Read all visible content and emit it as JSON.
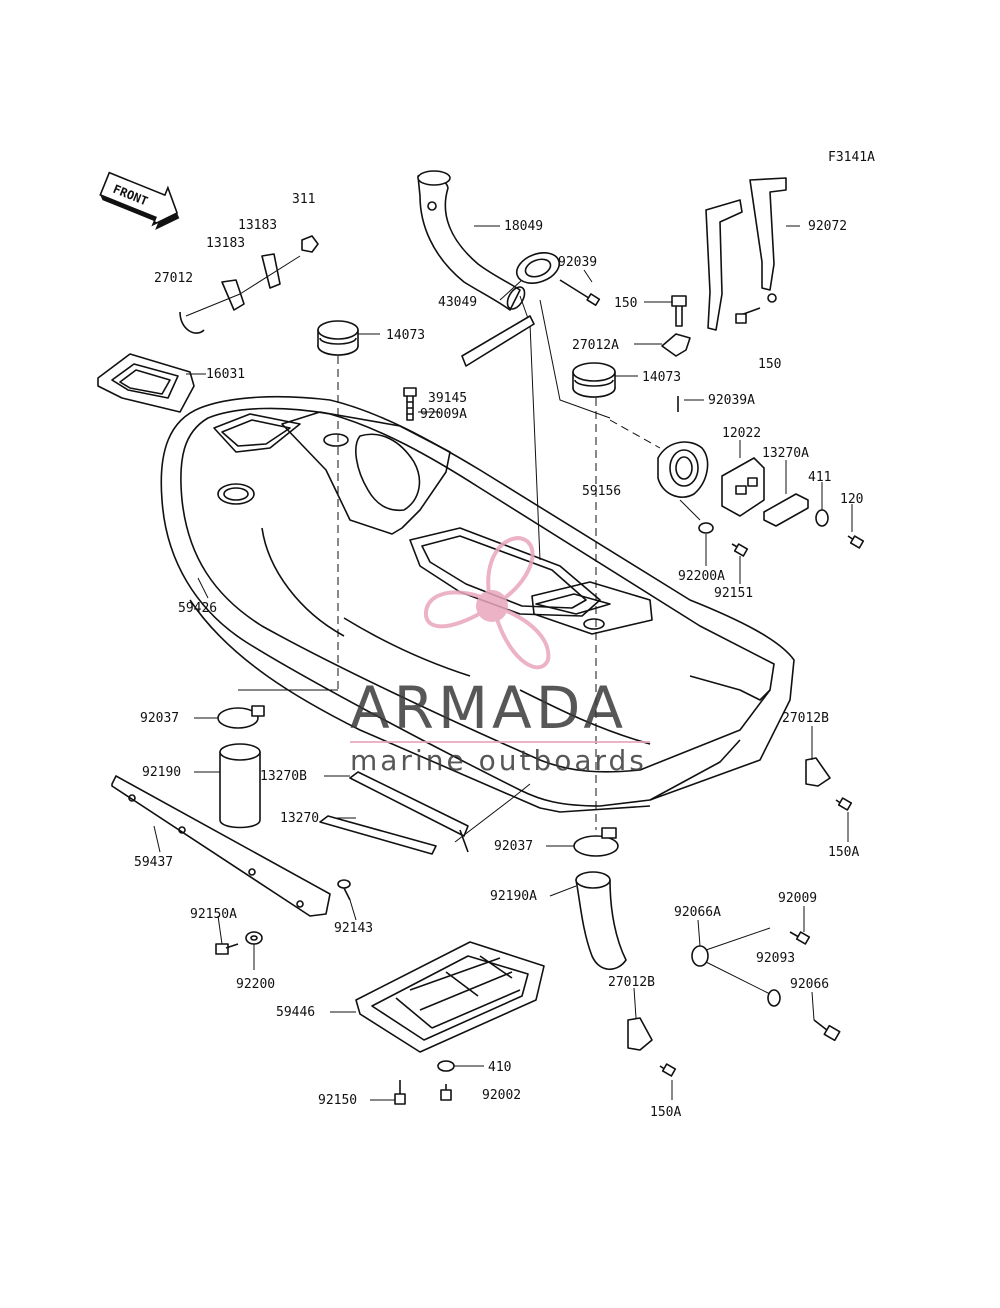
{
  "figure_code": "F3141A",
  "front_arrow_label": "FRONT",
  "watermark": {
    "brand": "ARMADA",
    "tagline": "marine outboards",
    "brand_color": "#3a3a3a",
    "accent_color": "#e9a6bd"
  },
  "part_labels": {
    "p311": "311",
    "p13183a": "13183",
    "p13183b": "13183",
    "p27012": "27012",
    "p14073a": "14073",
    "p16031": "16031",
    "p39145": "39145",
    "p92009A": "92009A",
    "p18049": "18049",
    "p92039": "92039",
    "p43049": "43049",
    "p150a": "150",
    "p27012A": "27012A",
    "p14073b": "14073",
    "p92072": "92072",
    "p150b": "150",
    "p92039A": "92039A",
    "p12022": "12022",
    "p13270A": "13270A",
    "p411": "411",
    "p120": "120",
    "p59156": "59156",
    "p92200A": "92200A",
    "p92151": "92151",
    "p59426": "59426",
    "p92037a": "92037",
    "p27012Ba": "27012B",
    "p92190": "92190",
    "p13270B": "13270B",
    "p13270": "13270",
    "p59437": "59437",
    "p92037b": "92037",
    "p150Aa": "150A",
    "p92190A": "92190A",
    "p92143": "92143",
    "p92150A": "92150A",
    "p92200": "92200",
    "p92066A": "92066A",
    "p92009": "92009",
    "p92093": "92093",
    "p27012Bb": "27012B",
    "p92066": "92066",
    "p59446": "59446",
    "p410": "410",
    "p92150": "92150",
    "p92002": "92002",
    "p150Ab": "150A"
  }
}
